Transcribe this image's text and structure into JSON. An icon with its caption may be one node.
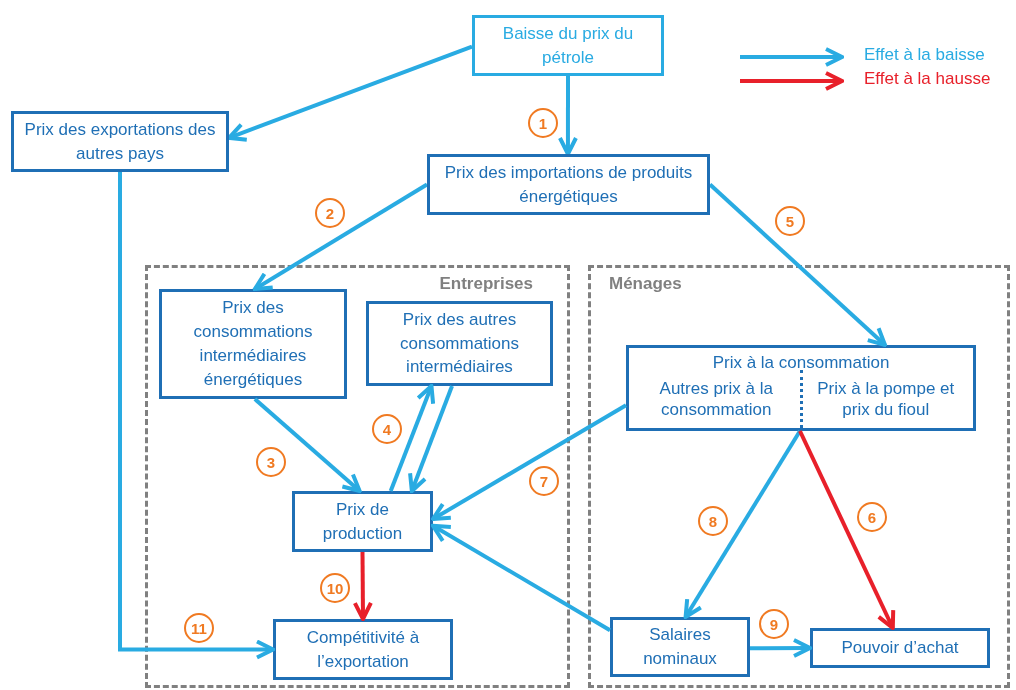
{
  "diagram": {
    "nodes": [
      {
        "text": [
          "Baisse du prix du pétrole"
        ]
      },
      {
        "text": [
          "Prix des exportations des autres pays"
        ]
      },
      {
        "text": [
          "Prix des importations de produits énergétiques"
        ]
      },
      {
        "text": [
          "Entreprises"
        ]
      },
      {
        "text": [
          "Prix des consommations intermédiaires énergétiques"
        ],
        "in": 3
      },
      {
        "text": [
          "Prix des autres consommations intermédiaires"
        ],
        "in": 3
      },
      {
        "text": [
          "Prix de production"
        ],
        "in": 3
      },
      {
        "text": [
          "Compétitivité à l’exportation"
        ],
        "in": 3
      },
      {
        "text": [
          "Ménages"
        ]
      },
      {
        "text": [
          "Prix à la consommation",
          "Autres prix à la consommation",
          "Prix à la pompe et prix du fioul"
        ],
        "in": 8
      },
      {
        "text": [
          "Salaires nominaux"
        ],
        "in": 8
      },
      {
        "text": [
          "Pouvoir d’achat"
        ],
        "in": 8
      }
    ],
    "edges": [
      {
        "from": 0,
        "to": 2,
        "arrow": "to",
        "label": "1"
      },
      {
        "from": 0,
        "to": 1,
        "arrow": "to"
      },
      {
        "from": 2,
        "to": 4,
        "arrow": "to",
        "label": "2"
      },
      {
        "from": 2,
        "to": 9,
        "arrow": "to",
        "label": "5"
      },
      {
        "from": 4,
        "to": 6,
        "arrow": "to",
        "label": "3"
      },
      {
        "from": 6,
        "to": 5,
        "arrow": "to",
        "label": "4"
      },
      {
        "from": 5,
        "to": 6,
        "arrow": "to"
      },
      {
        "from": 9,
        "to": 6,
        "arrow": "to",
        "label": "7"
      },
      {
        "from": 9,
        "to": 10,
        "arrow": "to",
        "label": "8"
      },
      {
        "from": 9,
        "to": 11,
        "arrow": "to",
        "label": "6",
        "color": "#e8202a"
      },
      {
        "from": 10,
        "to": 11,
        "arrow": "to",
        "label": "9"
      },
      {
        "from": 10,
        "to": 6,
        "arrow": "to"
      },
      {
        "from": 6,
        "to": 7,
        "arrow": "to",
        "label": "10",
        "color": "#e8202a"
      },
      {
        "from": 1,
        "to": 7,
        "arrow": "to",
        "label": "11"
      }
    ],
    "legend": [
      {
        "text": "Effet à la baisse"
      },
      {
        "text": "Effet à la hausse"
      }
    ]
  }
}
